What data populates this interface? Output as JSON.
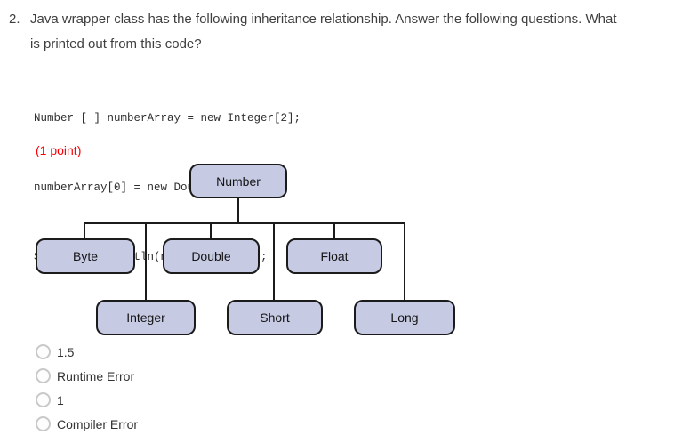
{
  "question": {
    "number": "2.",
    "line1": "Java wrapper class has the following inheritance relationship. Answer the following questions. What",
    "line2": "is printed out from this code?"
  },
  "code": {
    "lines": [
      "Number [ ] numberArray = new Integer[2];",
      "numberArray[0] = new Double(1.5);",
      "System.out.println(numberArray[0]);"
    ]
  },
  "points_label": "(1 point)",
  "diagram": {
    "nodes": {
      "number": "Number",
      "byte": "Byte",
      "double": "Double",
      "float": "Float",
      "integer": "Integer",
      "short": "Short",
      "long": "Long"
    }
  },
  "options": [
    {
      "label": "1.5",
      "selected": false
    },
    {
      "label": "Runtime Error",
      "selected": false
    },
    {
      "label": "1",
      "selected": false
    },
    {
      "label": "Compiler Error",
      "selected": false
    }
  ],
  "colors": {
    "box-fill": "#c6cae3",
    "box-border": "#1b1b1b",
    "points-red": "#fb0007",
    "text-dark": "#3f3f3f",
    "code-text": "#2e2e2e",
    "option-text": "#333333",
    "radio-border": "#c9c9c9",
    "line-color": "#1b1b1b"
  }
}
